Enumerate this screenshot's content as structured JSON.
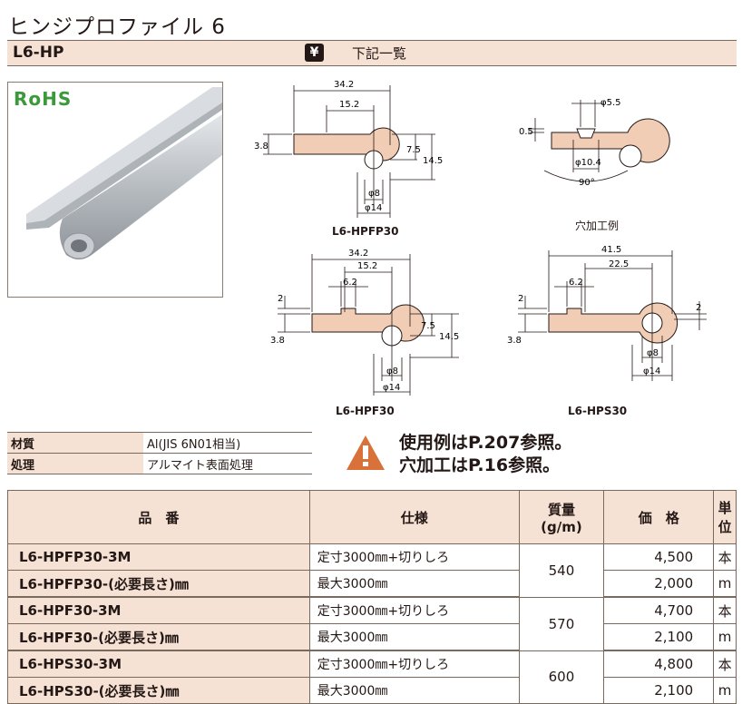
{
  "title": "ヒンジプロファイル 6",
  "header": {
    "code": "L6-HP",
    "yen_icon": "¥",
    "price_list": "下記一覧"
  },
  "photo": {
    "rohs": "RoHS"
  },
  "drawings": {
    "hpfp": {
      "label": "L6-HPFP30",
      "d1": "34.2",
      "d2": "15.2",
      "d3": "7.5",
      "d4": "14.5",
      "d5": "3.8",
      "d6": "φ8",
      "d7": "φ14"
    },
    "hole": {
      "label": "穴加工例",
      "d1": "φ5.5",
      "d2": "0.5",
      "d3": "φ10.4",
      "d4": "90°"
    },
    "hpf": {
      "label": "L6-HPF30",
      "d1": "34.2",
      "d2": "15.2",
      "d3": "6.2",
      "d4": "2",
      "d5": "7.5",
      "d6": "14.5",
      "d7": "3.8",
      "d8": "φ8",
      "d9": "φ14"
    },
    "hps": {
      "label": "L6-HPS30",
      "d1": "41.5",
      "d2": "22.5",
      "d3": "6.2",
      "d4": "2",
      "d5": "2",
      "d6": "3.8",
      "d7": "φ8",
      "d8": "φ14"
    }
  },
  "material": [
    {
      "key": "材質",
      "value": "Al(JIS 6N01相当)"
    },
    {
      "key": "処理",
      "value": "アルマイト表面処理"
    }
  ],
  "notes": {
    "line1": "使用例はP.207参照。",
    "line2": "穴加工はP.16参照。",
    "icon": "warning-icon"
  },
  "spec_table": {
    "headers": {
      "part": "品　番",
      "spec": "仕様",
      "weight1": "質量",
      "weight2": "(g/m)",
      "price": "価　格",
      "unit": "単位"
    },
    "rows": [
      {
        "part": "L6-HPFP30-3M",
        "spec": "定寸3000㎜+切りしろ",
        "weight": "540",
        "price": "4,500",
        "unit": "本"
      },
      {
        "part": "L6-HPFP30-(必要長さ)㎜",
        "spec": "最大3000㎜",
        "price": "2,000",
        "unit": "m"
      },
      {
        "part": "L6-HPF30-3M",
        "spec": "定寸3000㎜+切りしろ",
        "weight": "570",
        "price": "4,700",
        "unit": "本"
      },
      {
        "part": "L6-HPF30-(必要長さ)㎜",
        "spec": "最大3000㎜",
        "price": "2,100",
        "unit": "m"
      },
      {
        "part": "L6-HPS30-3M",
        "spec": "定寸3000㎜+切りしろ",
        "weight": "600",
        "price": "4,800",
        "unit": "本"
      },
      {
        "part": "L6-HPS30-(必要長さ)㎜",
        "spec": "最大3000㎜",
        "price": "2,100",
        "unit": "m"
      }
    ]
  },
  "colors": {
    "band": "#f6e2d4",
    "profile": "#f2cdb6",
    "rohs": "#3a9a3a",
    "warning": "#d9713a"
  }
}
